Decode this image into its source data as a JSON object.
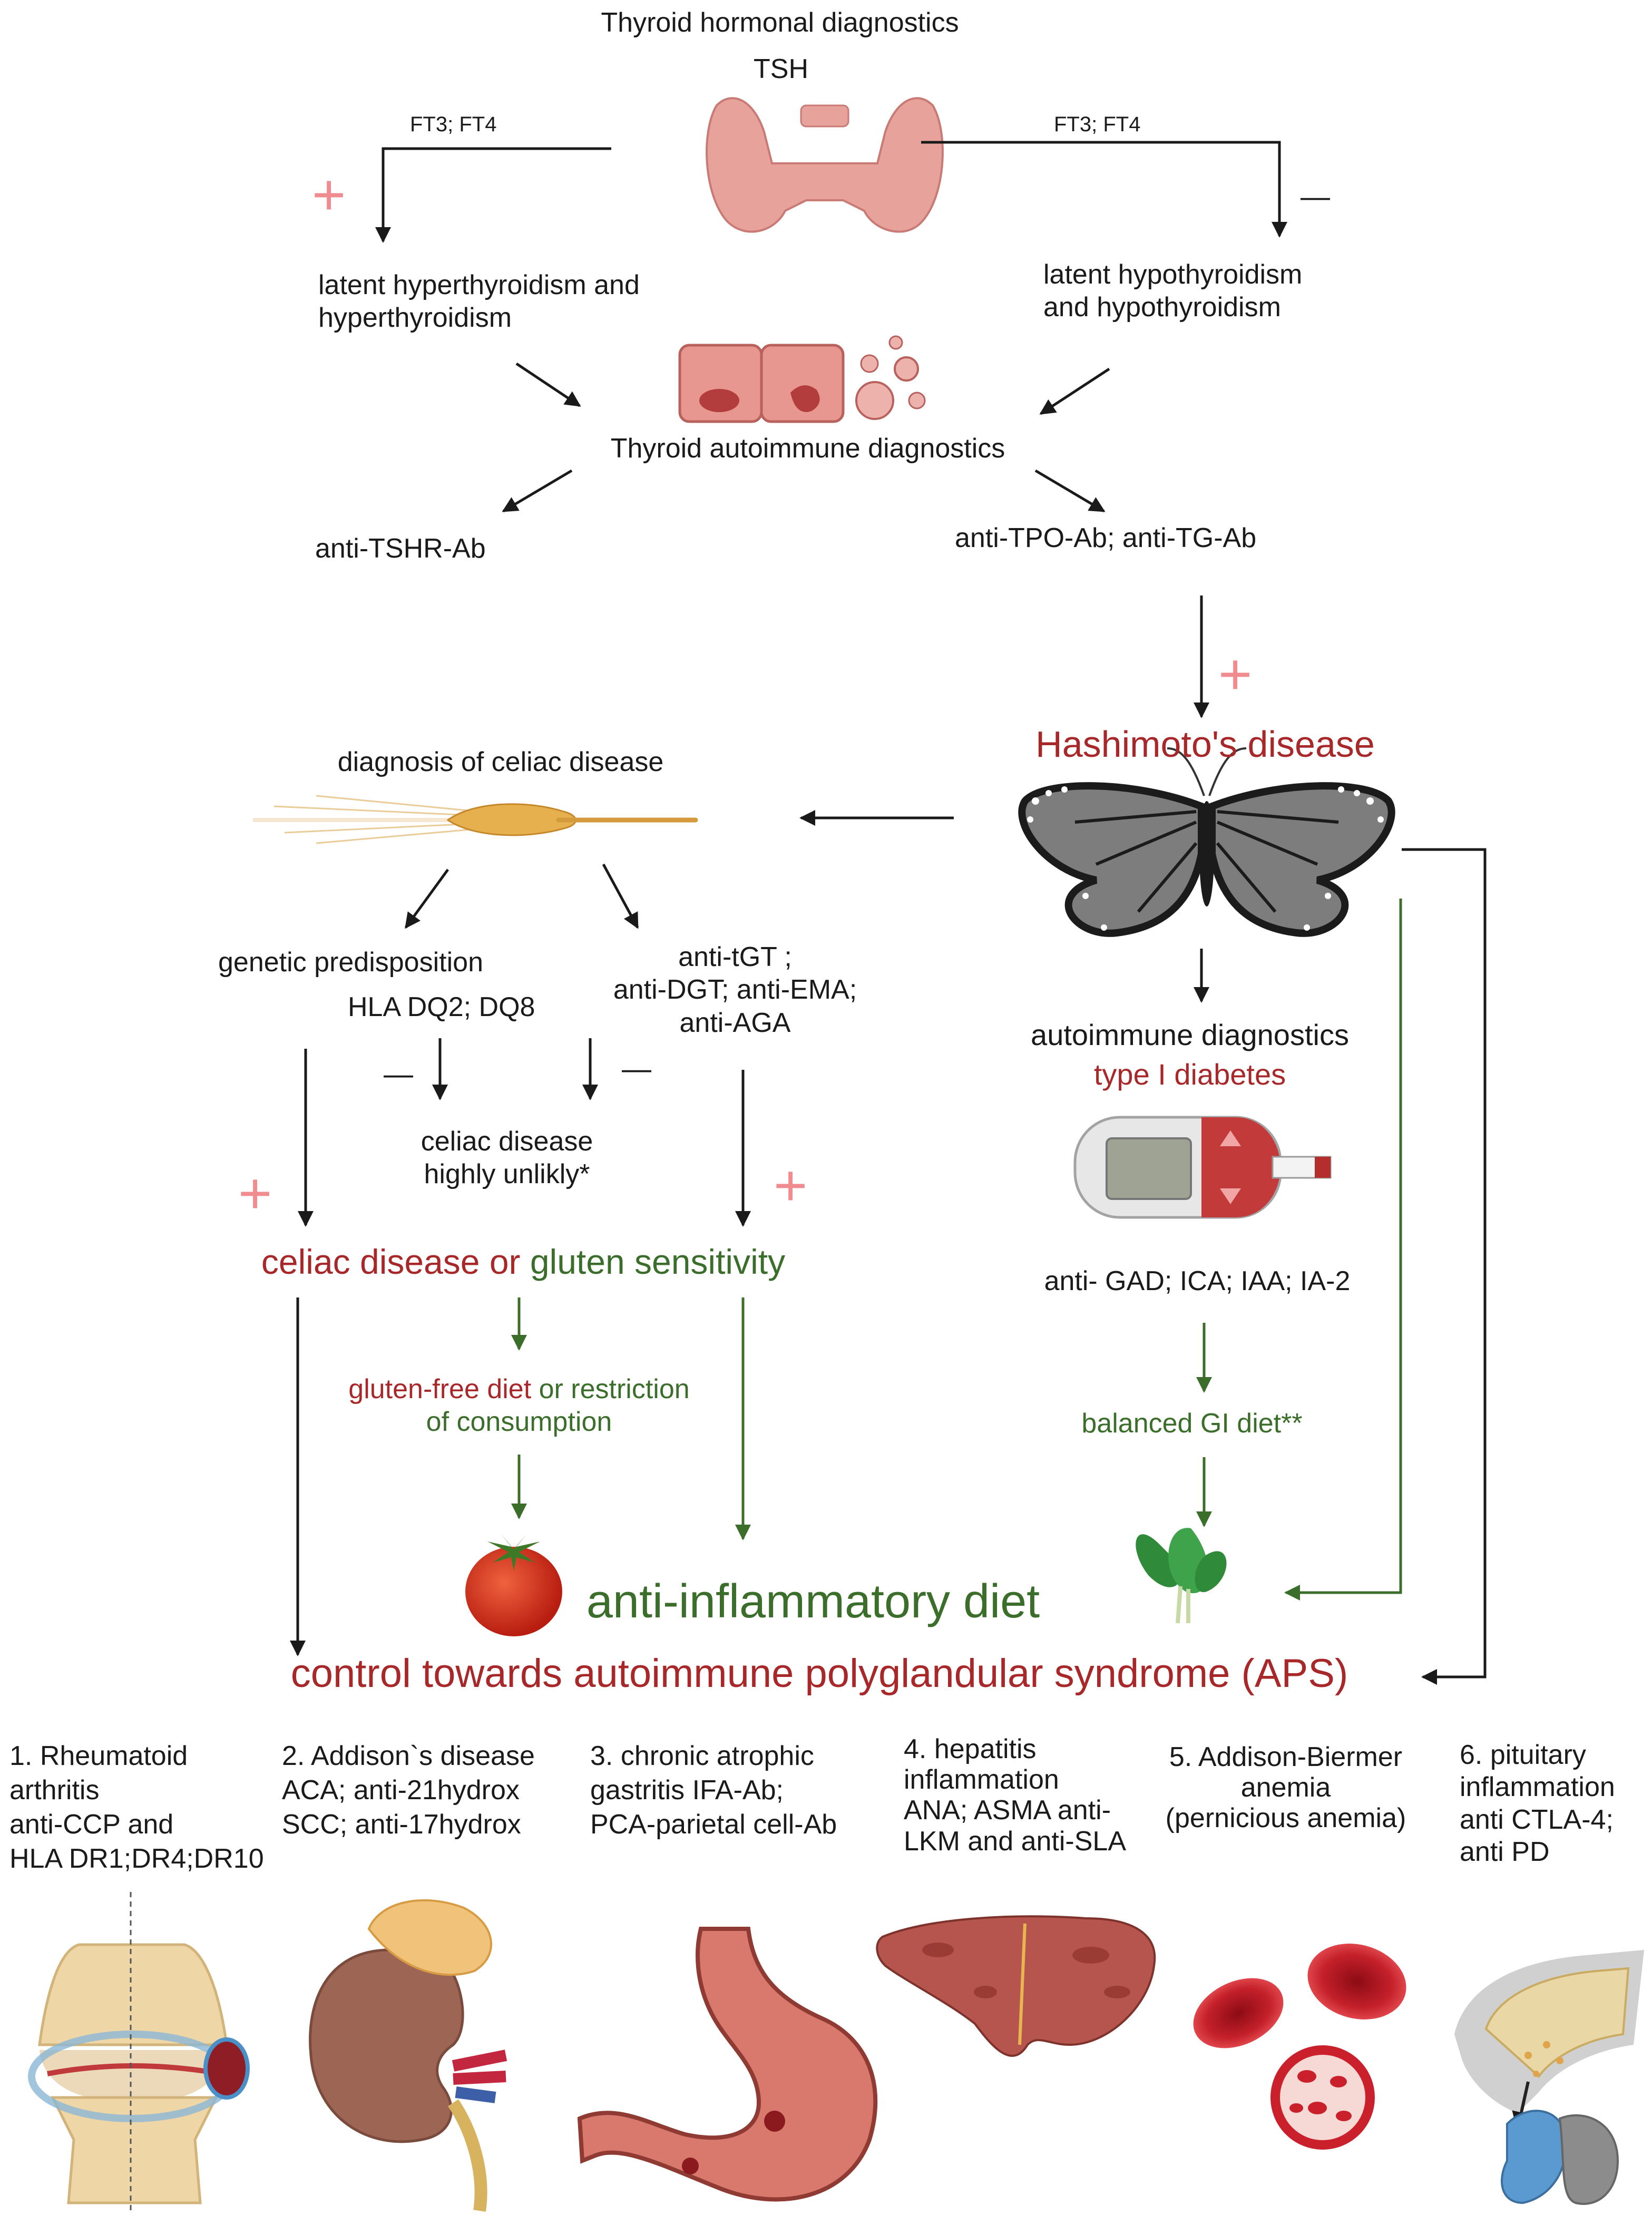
{
  "thyroid": {
    "title": "Thyroid hormonal diagnostics",
    "tsh": "TSH",
    "ft_left": "FT3; FT4",
    "ft_right": "FT3; FT4",
    "plus": "+",
    "minus": "—",
    "hyper_line1": "latent hyperthyroidism and",
    "hyper_line2": "hyperthyroidism",
    "hypo_line1": "latent hypothyroidism",
    "hypo_line2": "and hypothyroidism",
    "autoimmune_title": "Thyroid autoimmune diagnostics",
    "tshr": "anti-TSHR-Ab",
    "tpo": "anti-TPO-Ab; anti-TG-Ab"
  },
  "hashimoto": {
    "title": "Hashimoto's disease",
    "plus": "+"
  },
  "celiac": {
    "title": "diagnosis of celiac disease",
    "genetic": "genetic predisposition",
    "hla": "HLA DQ2; DQ8",
    "antibodies_line1": "anti-tGT ;",
    "antibodies_line2": "anti-DGT; anti-EMA;",
    "antibodies_line3": "anti-AGA",
    "unlikely_line1": "celiac disease",
    "unlikely_line2": "highly unlikly*",
    "minus_left": "—",
    "minus_right": "—",
    "plus_left": "+",
    "plus_right": "+",
    "result_red": "celiac disease or ",
    "result_green": "gluten sensitivity",
    "diet_red": "gluten-free diet",
    "diet_green": " or restriction",
    "diet_line2": "of consumption"
  },
  "diabetes": {
    "title": "autoimmune diagnostics",
    "subtitle": "type I diabetes",
    "antibodies": "anti- GAD; ICA; IAA; IA-2",
    "diet": "balanced GI diet**"
  },
  "anti_inflammatory": "anti-inflammatory diet",
  "aps": "control towards autoimmune polyglandular syndrome (APS)",
  "diseases": [
    {
      "lines": [
        "1. Rheumatoid",
        "arthritis",
        "anti-CCP and",
        "HLA DR1;DR4;DR10"
      ]
    },
    {
      "lines": [
        "2. Addison`s disease",
        "ACA; anti-21hydrox",
        "SCC; anti-17hydrox"
      ]
    },
    {
      "lines": [
        "3. chronic atrophic",
        "gastritis IFA-Ab;",
        "PCA-parietal cell-Ab"
      ]
    },
    {
      "lines": [
        "4. hepatitis",
        "inflammation",
        "ANA; ASMA anti-",
        "LKM and anti-SLA"
      ]
    },
    {
      "lines": [
        "5. Addison-Biermer",
        "anemia",
        "(pernicious anemia)"
      ]
    },
    {
      "lines": [
        "6. pituitary",
        "inflammation",
        "anti CTLA-4;",
        "anti PD"
      ]
    }
  ],
  "colors": {
    "red": "#a8282a",
    "green": "#3c6e2b",
    "plus_pink": "#f08c90",
    "arrow": "#1a1a1a"
  },
  "icons": [
    "thyroid-gland-icon",
    "thyroid-cells-icon",
    "wheat-icon",
    "butterfly-icon",
    "glucometer-icon",
    "tomato-icon",
    "spinach-icon",
    "knee-joint-icon",
    "adrenal-kidney-icon",
    "stomach-icon",
    "liver-icon",
    "red-blood-cells-icon",
    "pituitary-icon"
  ]
}
